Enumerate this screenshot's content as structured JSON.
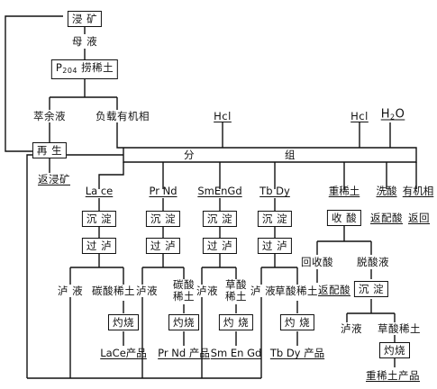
{
  "top": {
    "leach": "浸 矿",
    "mother_liquor": "母 液",
    "p204_prefix": "P",
    "p204_sub": "204",
    "p204_suffix": " 捞稀土",
    "raffinate": "萃余液",
    "loaded_organic": "负载有机相",
    "regenerate": "再 生",
    "return_leach": "返浸矿"
  },
  "reagents": {
    "hcl_a": "Hcl",
    "hcl_b": "Hcl",
    "water_prefix": "H",
    "water_sub": "2",
    "water_suffix": "O"
  },
  "separation": {
    "left": "分",
    "right": "组"
  },
  "groups": [
    "La ce",
    "Pr Nd",
    "SmEnGd",
    "Tb  Dy",
    "重稀土",
    "洗酸",
    "有机相"
  ],
  "col_steps": {
    "precipitate": "沉 淀",
    "filter": "过 泸"
  },
  "heavy": {
    "recover_acid_box": "收 酸",
    "return_acid_a": "返配酸",
    "return_back": "返回",
    "recovered_acid": "回收酸",
    "deacid_liquor": "脱酸液",
    "return_acid_b": "返配酸",
    "precipitate": "沉 淀",
    "filtrate": "泸液",
    "oxalate_re": "草酸稀土",
    "calcine": "灼烧",
    "product": "重稀土产品"
  },
  "lower": {
    "filtrate_a": "泸 液",
    "carbonate_re": "碳酸稀土",
    "filtrate_b": "泸液",
    "carbonate_re_2a": "碳酸",
    "carbonate_re_2b": "稀土",
    "filtrate_c": "泸液",
    "oxalate_2a": "草酸",
    "oxalate_2b": "稀土",
    "filtrate_d": "泸 液",
    "oxalate_re_4": "草酸稀土"
  },
  "calcine": {
    "label_a": "灼烧",
    "label_b": "灼烧",
    "label_c": "灼 烧",
    "label_d": "灼 烧"
  },
  "products": [
    "LaCe产品",
    "Pr Nd 产品",
    "Sm En Gd",
    "Tb Dy 产品"
  ]
}
